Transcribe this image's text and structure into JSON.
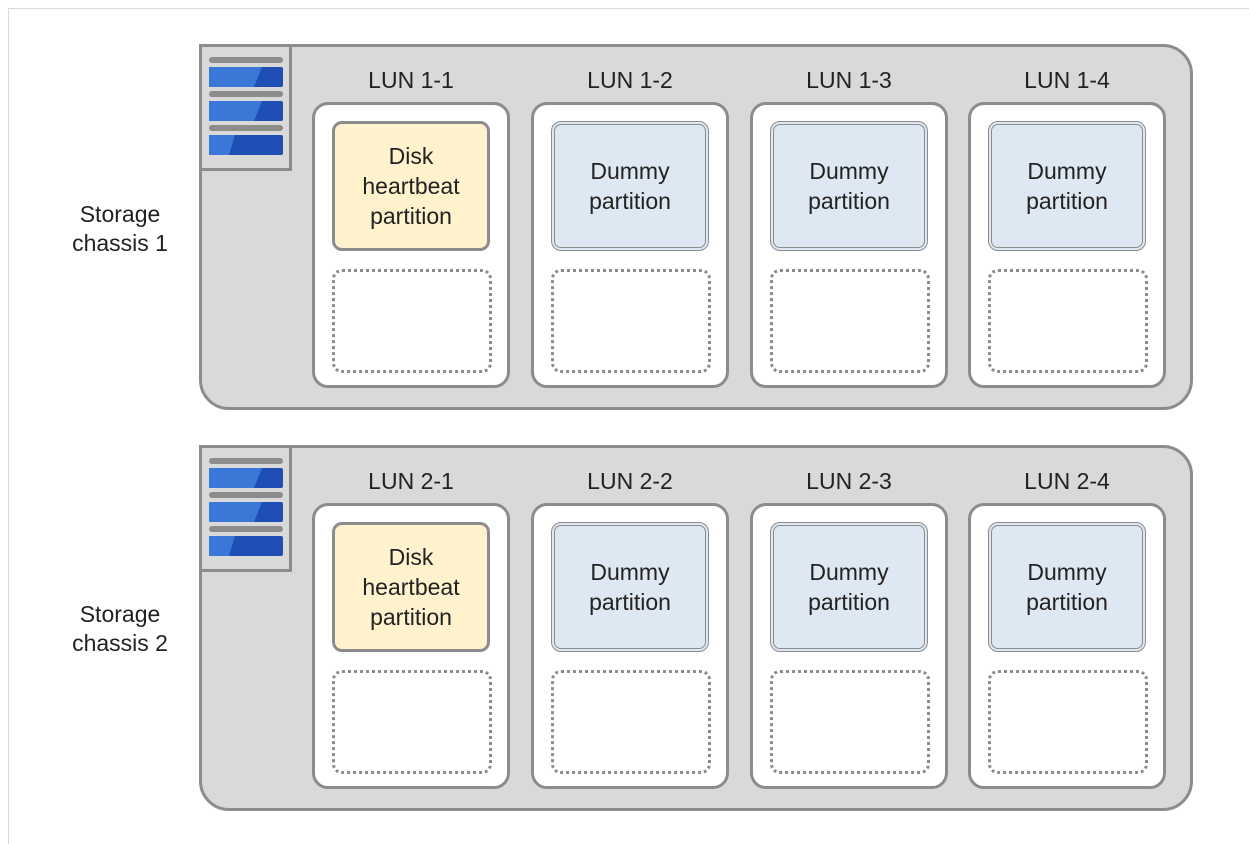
{
  "chassis": [
    {
      "label": "Storage\nchassis 1",
      "luns": [
        {
          "title": "LUN 1-1",
          "partition": "Disk\nheartbeat\npartition",
          "kind": "heartbeat"
        },
        {
          "title": "LUN 1-2",
          "partition": "Dummy\npartition",
          "kind": "dummy"
        },
        {
          "title": "LUN 1-3",
          "partition": "Dummy\npartition",
          "kind": "dummy"
        },
        {
          "title": "LUN 1-4",
          "partition": "Dummy\npartition",
          "kind": "dummy"
        }
      ]
    },
    {
      "label": "Storage\nchassis 2",
      "luns": [
        {
          "title": "LUN 2-1",
          "partition": "Disk\nheartbeat\npartition",
          "kind": "heartbeat"
        },
        {
          "title": "LUN 2-2",
          "partition": "Dummy\npartition",
          "kind": "dummy"
        },
        {
          "title": "LUN 2-3",
          "partition": "Dummy\npartition",
          "kind": "dummy"
        },
        {
          "title": "LUN 2-4",
          "partition": "Dummy\npartition",
          "kind": "dummy"
        }
      ]
    }
  ],
  "colors": {
    "chassis_fill": "#d9d9d9",
    "border": "#8c8c8c",
    "heartbeat_fill": "#fff2cc",
    "dummy_fill": "#dee8f3",
    "disk_blue": "#1f4fb4"
  },
  "icons": {
    "storage": "storage-array-icon"
  }
}
